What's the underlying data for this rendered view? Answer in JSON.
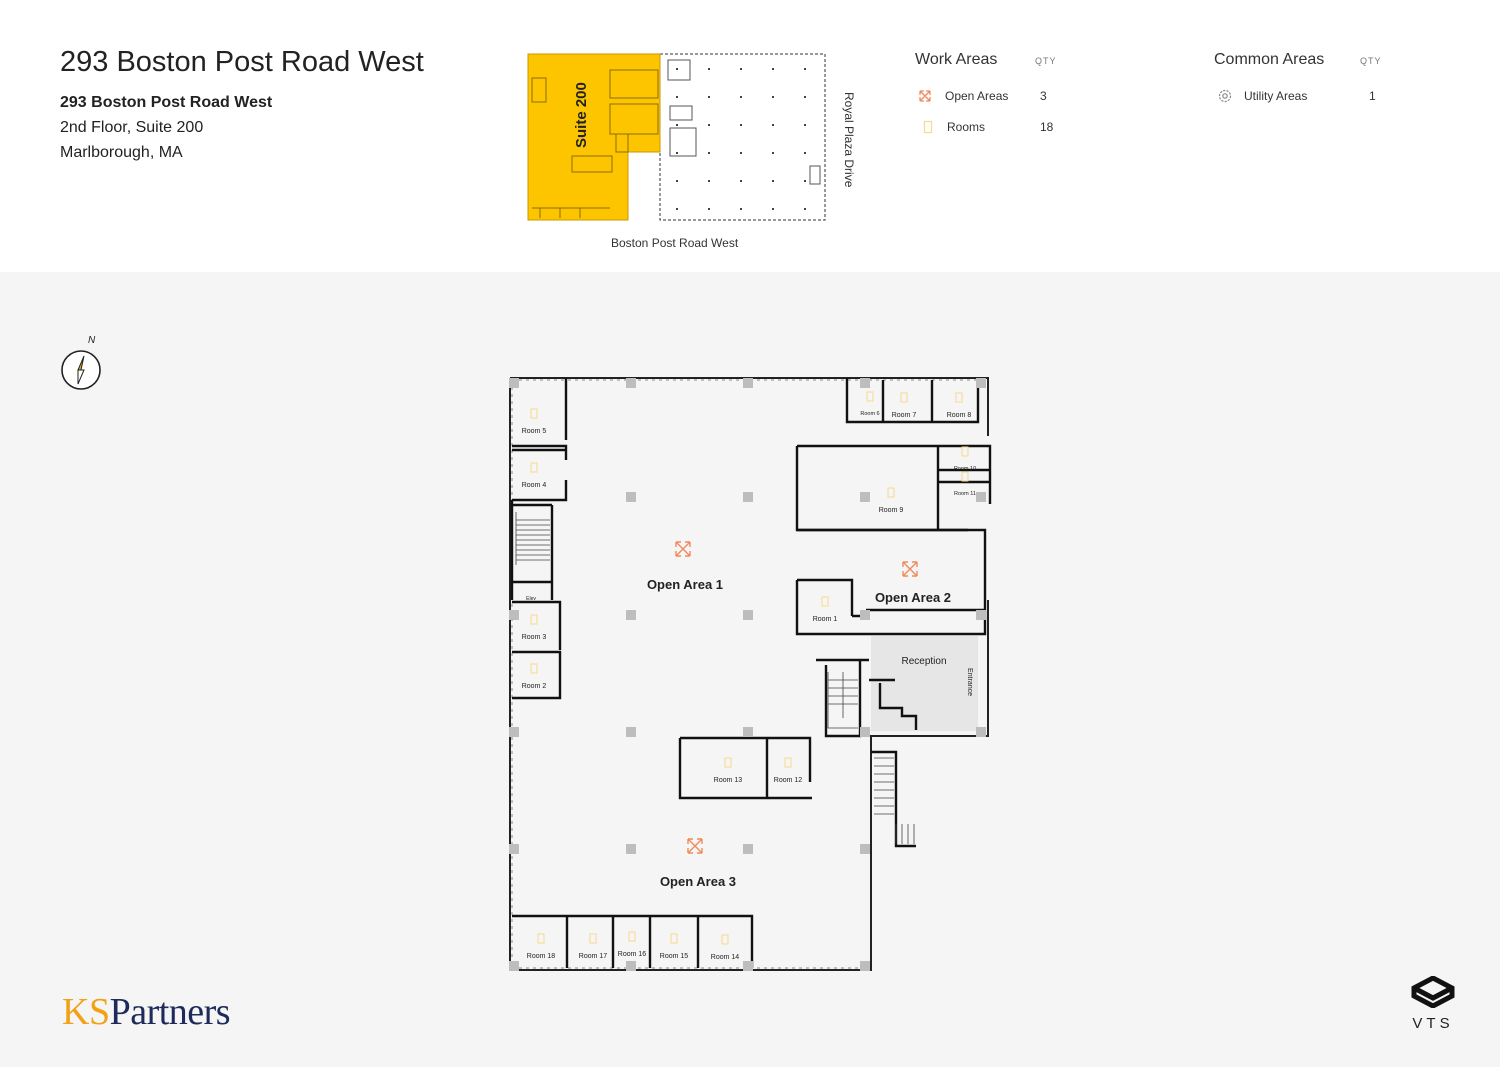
{
  "header": {
    "title": "293 Boston Post Road West",
    "address_name": "293 Boston Post Road West",
    "address_suite": "2nd Floor, Suite 200",
    "address_city": "Marlborough, MA"
  },
  "keyplan": {
    "suite_label": "Suite 200",
    "street_bottom": "Boston Post Road West",
    "street_right": "Royal Plaza Drive",
    "highlight_color": "#fdc500"
  },
  "legend": {
    "work_areas": {
      "heading": "Work Areas",
      "qty_label": "QTY",
      "items": [
        {
          "label": "Open Areas",
          "qty": "3",
          "icon": "expand-arrows-icon"
        },
        {
          "label": "Rooms",
          "qty": "18",
          "icon": "door-icon"
        }
      ]
    },
    "common_areas": {
      "heading": "Common Areas",
      "qty_label": "QTY",
      "items": [
        {
          "label": "Utility Areas",
          "qty": "1",
          "icon": "gear-icon"
        }
      ]
    }
  },
  "compass": {
    "label": "N"
  },
  "floorplan": {
    "open_areas": [
      "Open Area 1",
      "Open Area 2",
      "Open Area 3"
    ],
    "rooms": [
      "Room 1",
      "Room 2",
      "Room 3",
      "Room 4",
      "Room 5",
      "Room 6",
      "Room 7",
      "Room 8",
      "Room 9",
      "Room 10",
      "Room 11",
      "Room 12",
      "Room 13",
      "Room 14",
      "Room 15",
      "Room 16",
      "Room 17",
      "Room 18"
    ],
    "reception": "Reception",
    "entrance": "Entrance",
    "elev": "Elev",
    "accent_color": "#f08a5d",
    "room_icon_color": "#f6d98a"
  },
  "branding": {
    "ks_part1": "KS",
    "ks_part2": "Partners",
    "vts": "VTS"
  }
}
